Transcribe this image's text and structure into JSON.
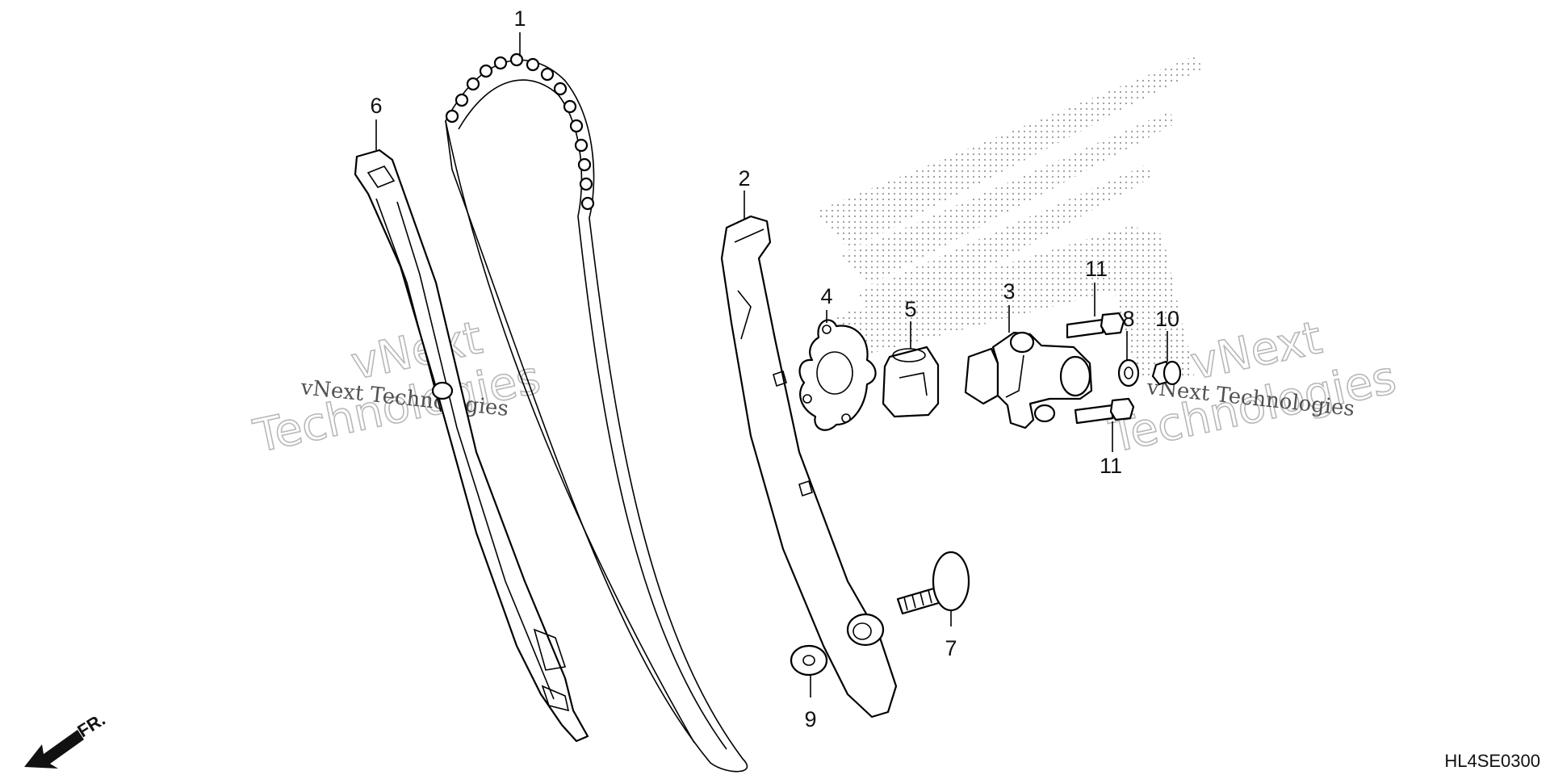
{
  "diagram": {
    "callouts": {
      "p1": "1",
      "p2": "2",
      "p3": "3",
      "p4": "4",
      "p5": "5",
      "p6": "6",
      "p7": "7",
      "p8": "8",
      "p9": "9",
      "p10": "10",
      "p11a": "11",
      "p11b": "11"
    },
    "direction_label": "FR.",
    "diagram_code": "HL4SE0300",
    "watermark_small": "vNext Technologies",
    "watermark_line1": "vNext",
    "watermark_line2": "Technologies"
  }
}
